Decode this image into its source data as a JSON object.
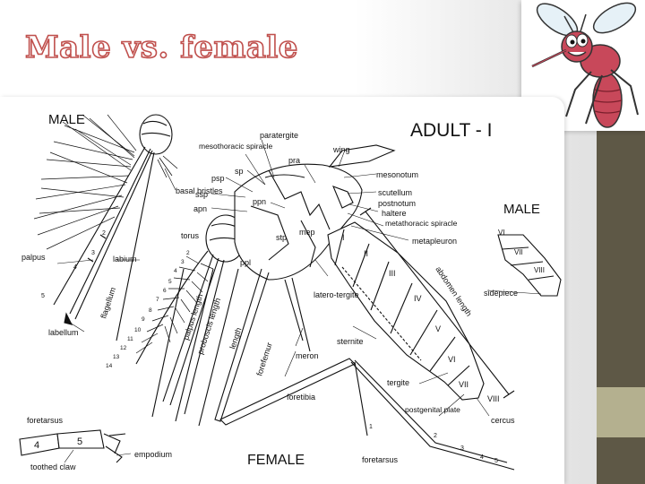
{
  "slide": {
    "title": "Male vs. female"
  },
  "diagram": {
    "heading": "ADULT - I",
    "male_head_label": "MALE",
    "male_genitalia_label": "MALE",
    "female_label": "FEMALE",
    "male_head_parts": [
      "basal bristles",
      "palpus",
      "labium",
      "labellum",
      "flagellum"
    ],
    "thorax_parts": [
      "paratergite",
      "mesothoracic spiracle",
      "sp",
      "psp",
      "ssp",
      "apn",
      "ppn",
      "pra",
      "wing",
      "mesonotum",
      "scutellum",
      "postnotum",
      "haltere",
      "metathoracic spiracle",
      "metapleuron",
      "mep",
      "stp",
      "torus",
      "ppl",
      "latero-tergite",
      "meron",
      "sternite",
      "tergite",
      "postgenital plate",
      "cercus",
      "forefemur",
      "foretibia",
      "foretarsus"
    ],
    "measurements": [
      "abdomen length",
      "proboscis length",
      "palpus length",
      "length"
    ],
    "abdomen_segments": [
      "I",
      "II",
      "III",
      "IV",
      "V",
      "VI",
      "VII",
      "VIII"
    ],
    "genitalia_segments": [
      "VI",
      "VII",
      "VIII"
    ],
    "genitalia_parts": [
      "sidepiece"
    ],
    "foretarsus_inset": {
      "title": "foretarsus",
      "segments": [
        "4",
        "5"
      ],
      "parts": [
        "empodium",
        "toothed claw"
      ]
    },
    "palpus_segments": [
      "2",
      "3",
      "4",
      "5"
    ],
    "flagellum_numbers": [
      "2",
      "3",
      "4",
      "5",
      "6",
      "7",
      "8",
      "9",
      "10",
      "11",
      "12",
      "13",
      "14"
    ],
    "tarsus_numbers": [
      "1",
      "2",
      "3",
      "4",
      "5"
    ]
  },
  "colors": {
    "title_outline": "#c0504d",
    "sidebar": "#5e5846",
    "sidebar_accent": "#b4b08f",
    "mosquito_body": "#c8485a"
  }
}
